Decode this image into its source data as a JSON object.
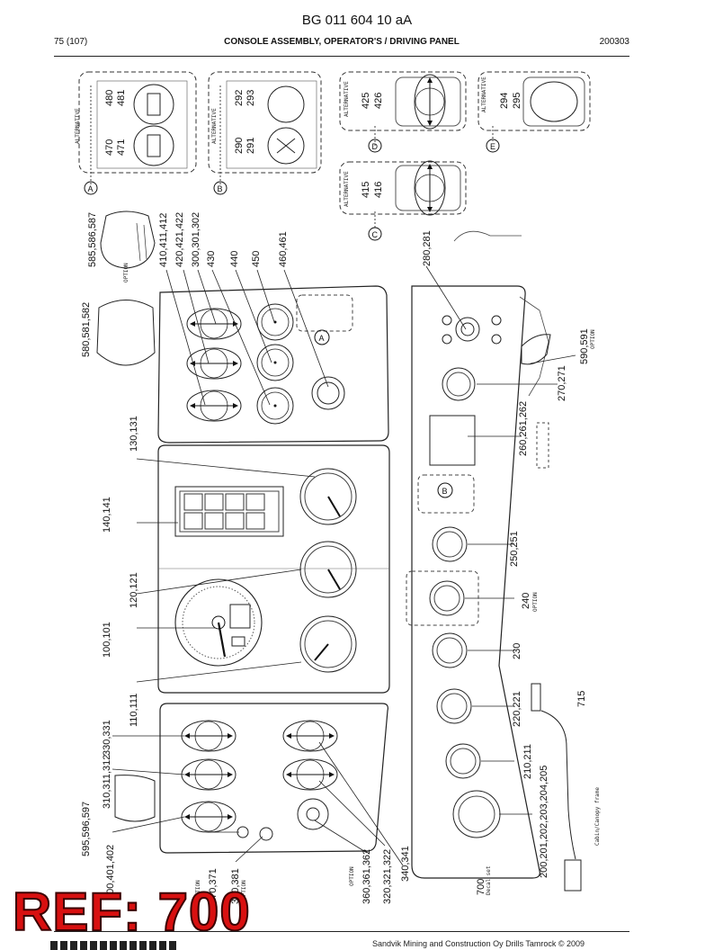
{
  "header": {
    "doc_code": "BG 011 604 10 aA",
    "page": "75 (107)",
    "title": "CONSOLE ASSEMBLY, OPERATOR'S / DRIVING PANEL",
    "date": "200303"
  },
  "footer": {
    "copyright": "Sandvik Mining and Construction Oy Drills Tamrock © 2009"
  },
  "ref_stamp": "REF: 700",
  "callouts": {
    "c480": "480",
    "c481": "481",
    "c470": "470",
    "c471": "471",
    "c292": "292",
    "c293": "293",
    "c290": "290",
    "c291": "291",
    "c425": "425",
    "c426": "426",
    "c415": "415",
    "c416": "416",
    "c294": "294",
    "c295": "295",
    "c585": "585,586,587",
    "c410": "410,411,412",
    "c420": "420,421,422",
    "c300": "300,301,302",
    "c430": "430",
    "c440": "440",
    "c450": "450",
    "c460": "460,461",
    "c280": "280,281",
    "c580": "580,581,582",
    "c590": "590,591",
    "c270": "270,271",
    "c130": "130,131",
    "c260": "260,261,262",
    "c140": "140,141",
    "c250": "250,251",
    "c120": "120,121",
    "c240": "240",
    "c100": "100,101",
    "c230": "230",
    "c110": "110,111",
    "c715": "715",
    "c220": "220,221",
    "c330": "330,331",
    "c210": "210,211",
    "c310": "310,311,312",
    "c595": "595,596,597",
    "c200": "200,201,202,203,204,205",
    "c400": "400,401,402",
    "c370": "370,371",
    "c380": "380,381",
    "c360": "360,361,362",
    "c320": "320,321,322",
    "c340": "340,341",
    "c700": "700"
  },
  "markers": {
    "A": "A",
    "B": "B",
    "C": "C",
    "D": "D",
    "E": "E"
  },
  "notes": {
    "option": "OPTION",
    "alternative": "ALTERNATIVE",
    "decal_set": "Decal set",
    "cabin_frame": "Cabin/Canopy frame"
  }
}
